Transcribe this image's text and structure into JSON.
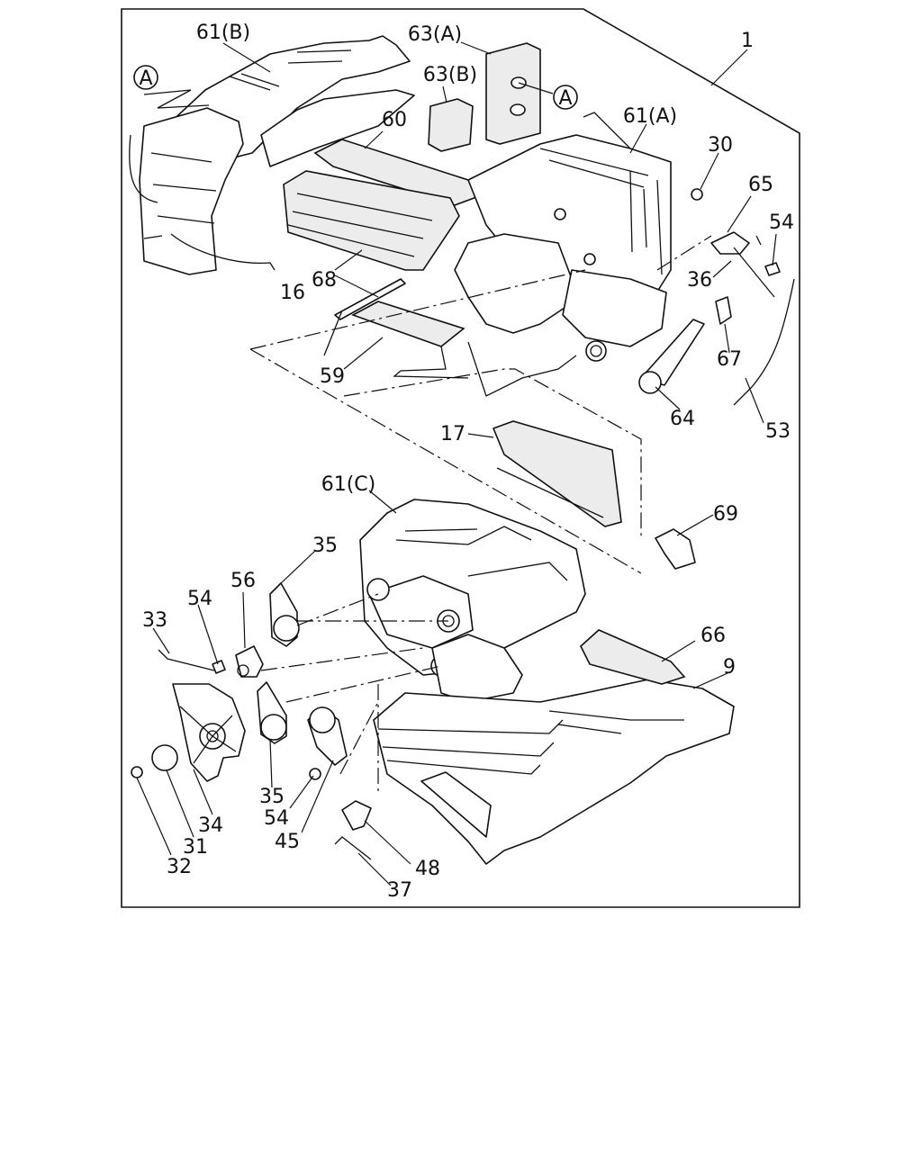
{
  "diagram": {
    "ref_marker": "A",
    "callouts": {
      "c1": "1",
      "c9": "9",
      "c16": "16",
      "c17": "17",
      "c30": "30",
      "c31": "31",
      "c32": "32",
      "c33": "33",
      "c34": "34",
      "c35a": "35",
      "c35b": "35",
      "c36": "36",
      "c37": "37",
      "c45": "45",
      "c48": "48",
      "c53": "53",
      "c54a": "54",
      "c54b": "54",
      "c54c": "54",
      "c56": "56",
      "c59": "59",
      "c60": "60",
      "c61A": "61(A)",
      "c61B": "61(B)",
      "c61C": "61(C)",
      "c63A": "63(A)",
      "c63B": "63(B)",
      "c64": "64",
      "c65": "65",
      "c66": "66",
      "c67": "67",
      "c68": "68",
      "c69": "69"
    }
  }
}
